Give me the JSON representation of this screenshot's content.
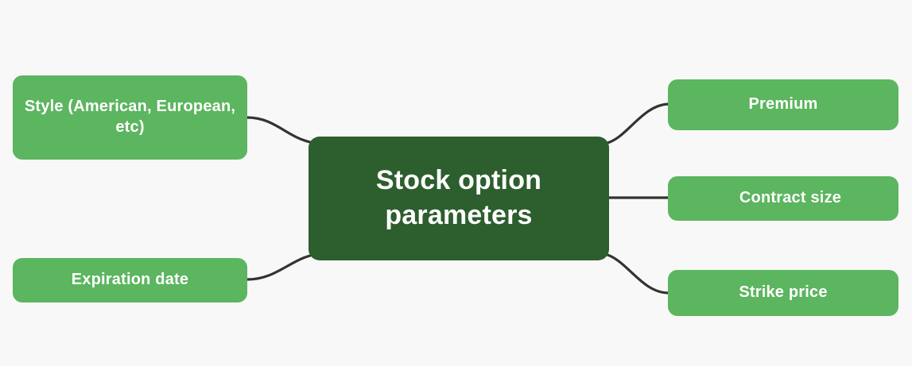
{
  "diagram": {
    "type": "mindmap",
    "background_color": "#f8f8f8",
    "connector_color": "#333333",
    "root": {
      "label": "Stock option parameters",
      "color": "#2d5e2e",
      "text_color": "#ffffff"
    },
    "branch_color": "#5cb55f",
    "branch_text_color": "#ffffff",
    "branches": {
      "left": [
        {
          "label": "Style (American, European, etc)"
        },
        {
          "label": "Expiration date"
        }
      ],
      "right": [
        {
          "label": "Premium"
        },
        {
          "label": "Contract size"
        },
        {
          "label": "Strike price"
        }
      ]
    }
  }
}
